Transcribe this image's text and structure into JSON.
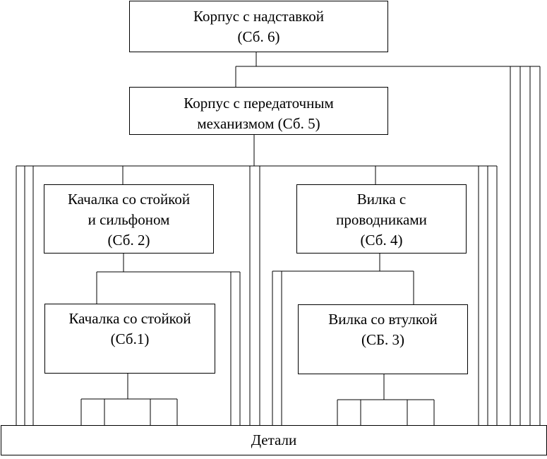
{
  "diagram": {
    "nodes": {
      "sb6": {
        "line1": "Корпус с надставкой",
        "line2": "(Сб. 6)"
      },
      "sb5": {
        "line1": "Корпус с передаточным",
        "line2": "механизмом (Сб. 5)"
      },
      "sb2": {
        "line1": "Качалка со стойкой",
        "line2": "и сильфоном",
        "line3": "(Сб. 2)"
      },
      "sb4": {
        "line1": "Вилка с",
        "line2": "проводниками",
        "line3": "(Сб. 4)"
      },
      "sb1": {
        "line1": "Качалка со стойкой",
        "line2": "(Сб.1)"
      },
      "sb3": {
        "line1": "Вилка со втулкой",
        "line2": "(СБ. 3)"
      },
      "details": {
        "label": "Детали"
      }
    },
    "edges": [
      {
        "from": "sb6",
        "to": "sb5"
      },
      {
        "from": "sb6",
        "to": "details"
      },
      {
        "from": "sb5",
        "to": "sb2"
      },
      {
        "from": "sb5",
        "to": "sb4"
      },
      {
        "from": "sb5",
        "to": "details"
      },
      {
        "from": "sb2",
        "to": "sb1"
      },
      {
        "from": "sb2",
        "to": "details"
      },
      {
        "from": "sb4",
        "to": "sb3"
      },
      {
        "from": "sb4",
        "to": "details"
      },
      {
        "from": "sb1",
        "to": "details"
      },
      {
        "from": "sb3",
        "to": "details"
      }
    ]
  }
}
